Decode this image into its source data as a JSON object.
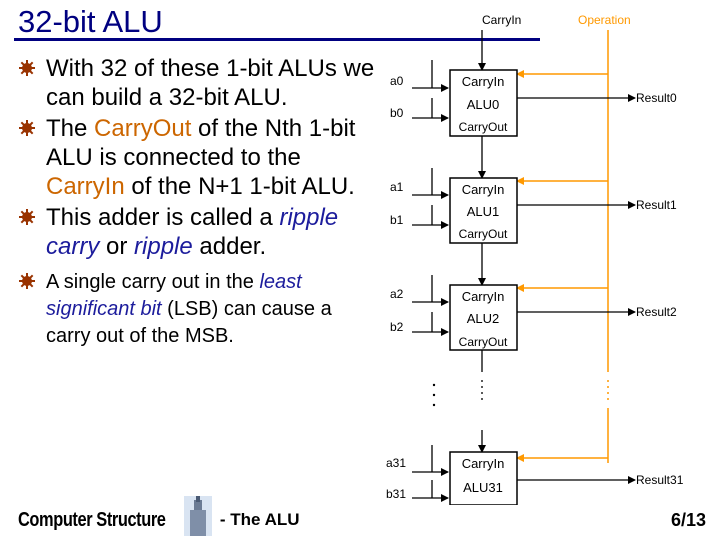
{
  "title": "32-bit ALU",
  "bullets": [
    {
      "parts": [
        {
          "t": "With 32 of these 1-bit ALUs we can build a 32-bit ALU.",
          "s": "plain"
        }
      ]
    },
    {
      "parts": [
        {
          "t": "The ",
          "s": "plain"
        },
        {
          "t": "CarryOut",
          "s": "accent"
        },
        {
          "t": " of the Nth 1-bit ALU is connected to the ",
          "s": "plain"
        },
        {
          "t": "CarryIn",
          "s": "accent"
        },
        {
          "t": " of the N+1 1-bit ALU.",
          "s": "plain"
        }
      ]
    },
    {
      "parts": [
        {
          "t": "This adder is called a ",
          "s": "plain"
        },
        {
          "t": "ripple carry",
          "s": "term"
        },
        {
          "t": " or ",
          "s": "plain"
        },
        {
          "t": "ripple",
          "s": "term"
        },
        {
          "t": " adder.",
          "s": "plain"
        }
      ]
    }
  ],
  "sub_bullet": {
    "parts": [
      {
        "t": "A single carry out in the ",
        "s": "plain"
      },
      {
        "t": "least significant bit",
        "s": "term"
      },
      {
        "t": " (LSB) can cause a carry out of the MSB.",
        "s": "plain"
      }
    ]
  },
  "footer": {
    "course": "Computer Structure",
    "topic": "- The ALU",
    "page": "6/13"
  },
  "diagram": {
    "carry_in_label": "CarryIn",
    "operation_label": "Operation",
    "alus": [
      {
        "a": "a0",
        "b": "b0",
        "carry_in": "CarryIn",
        "name": "ALU0",
        "carry_out": "CarryOut",
        "result": "Result0"
      },
      {
        "a": "a1",
        "b": "b1",
        "carry_in": "CarryIn",
        "name": "ALU1",
        "carry_out": "CarryOut",
        "result": "Result1"
      },
      {
        "a": "a2",
        "b": "b2",
        "carry_in": "CarryIn",
        "name": "ALU2",
        "carry_out": "CarryOut",
        "result": "Result2"
      },
      {
        "a": "a31",
        "b": "b31",
        "carry_in": "CarryIn",
        "name": "ALU31",
        "carry_out": "",
        "result": "Result31"
      }
    ]
  },
  "colors": {
    "title": "#000080",
    "accent": "#cc6600",
    "term": "#1c1c9c",
    "operation": "#ff9900",
    "bullet": "#993300"
  }
}
